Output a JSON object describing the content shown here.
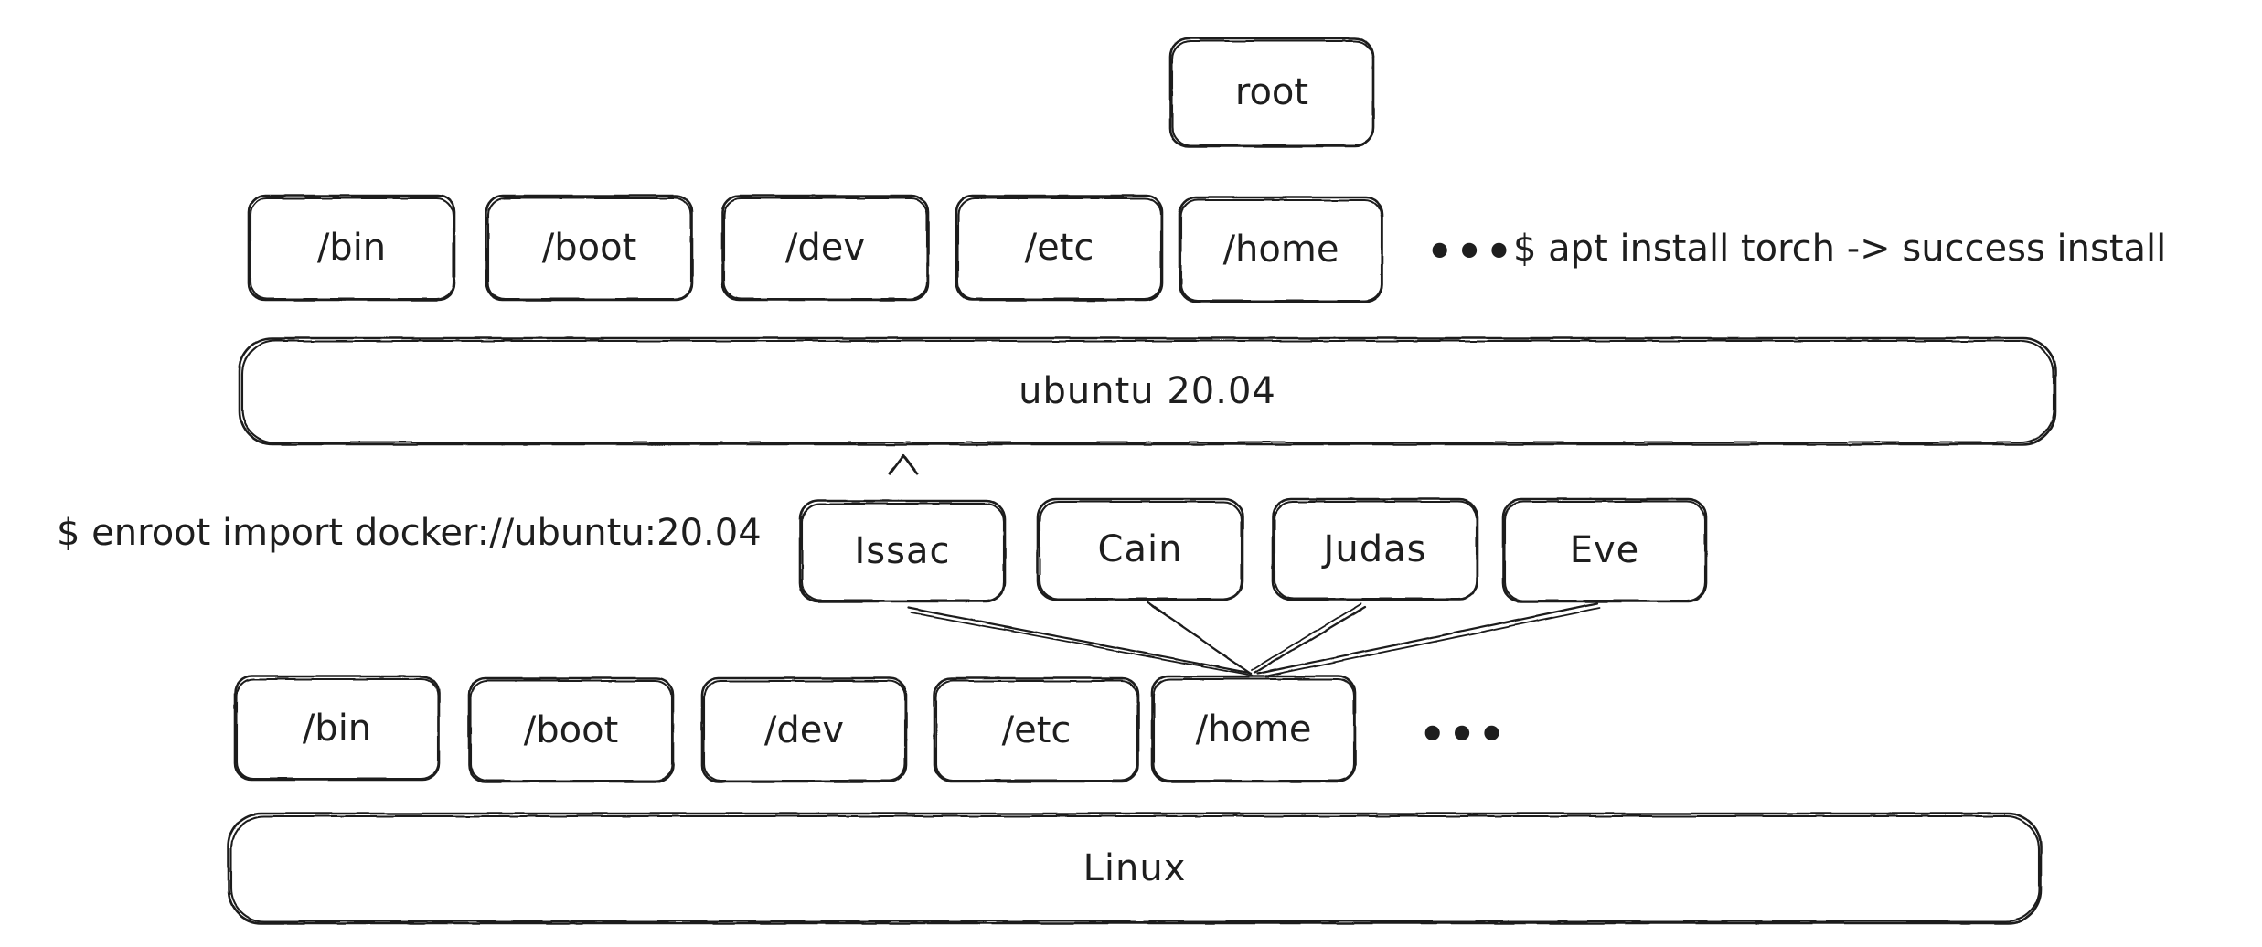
{
  "diagram": {
    "title": "enroot container filesystem diagram",
    "style": "hand-drawn sketch",
    "stroke_color": "#1e1e1e",
    "background_color": "#ffffff",
    "fill_color": "#ffffff"
  },
  "container_layer": {
    "root_node": {
      "label": "root"
    },
    "directories": [
      {
        "label": "/bin"
      },
      {
        "label": "/boot"
      },
      {
        "label": "/dev"
      },
      {
        "label": "/etc"
      },
      {
        "label": "/home"
      }
    ],
    "more_indicator": "•••",
    "command_note": "$ apt install torch -> success install",
    "base_bar": {
      "label": "ubuntu 20.04"
    }
  },
  "host_layer": {
    "import_command": "$ enroot import docker://ubuntu:20.04",
    "users": [
      {
        "label": "Issac"
      },
      {
        "label": "Cain"
      },
      {
        "label": "Judas"
      },
      {
        "label": "Eve"
      }
    ],
    "directories": [
      {
        "label": "/bin"
      },
      {
        "label": "/boot"
      },
      {
        "label": "/dev"
      },
      {
        "label": "/etc"
      },
      {
        "label": "/home"
      }
    ],
    "more_indicator": "•••",
    "base_bar": {
      "label": "Linux"
    }
  }
}
